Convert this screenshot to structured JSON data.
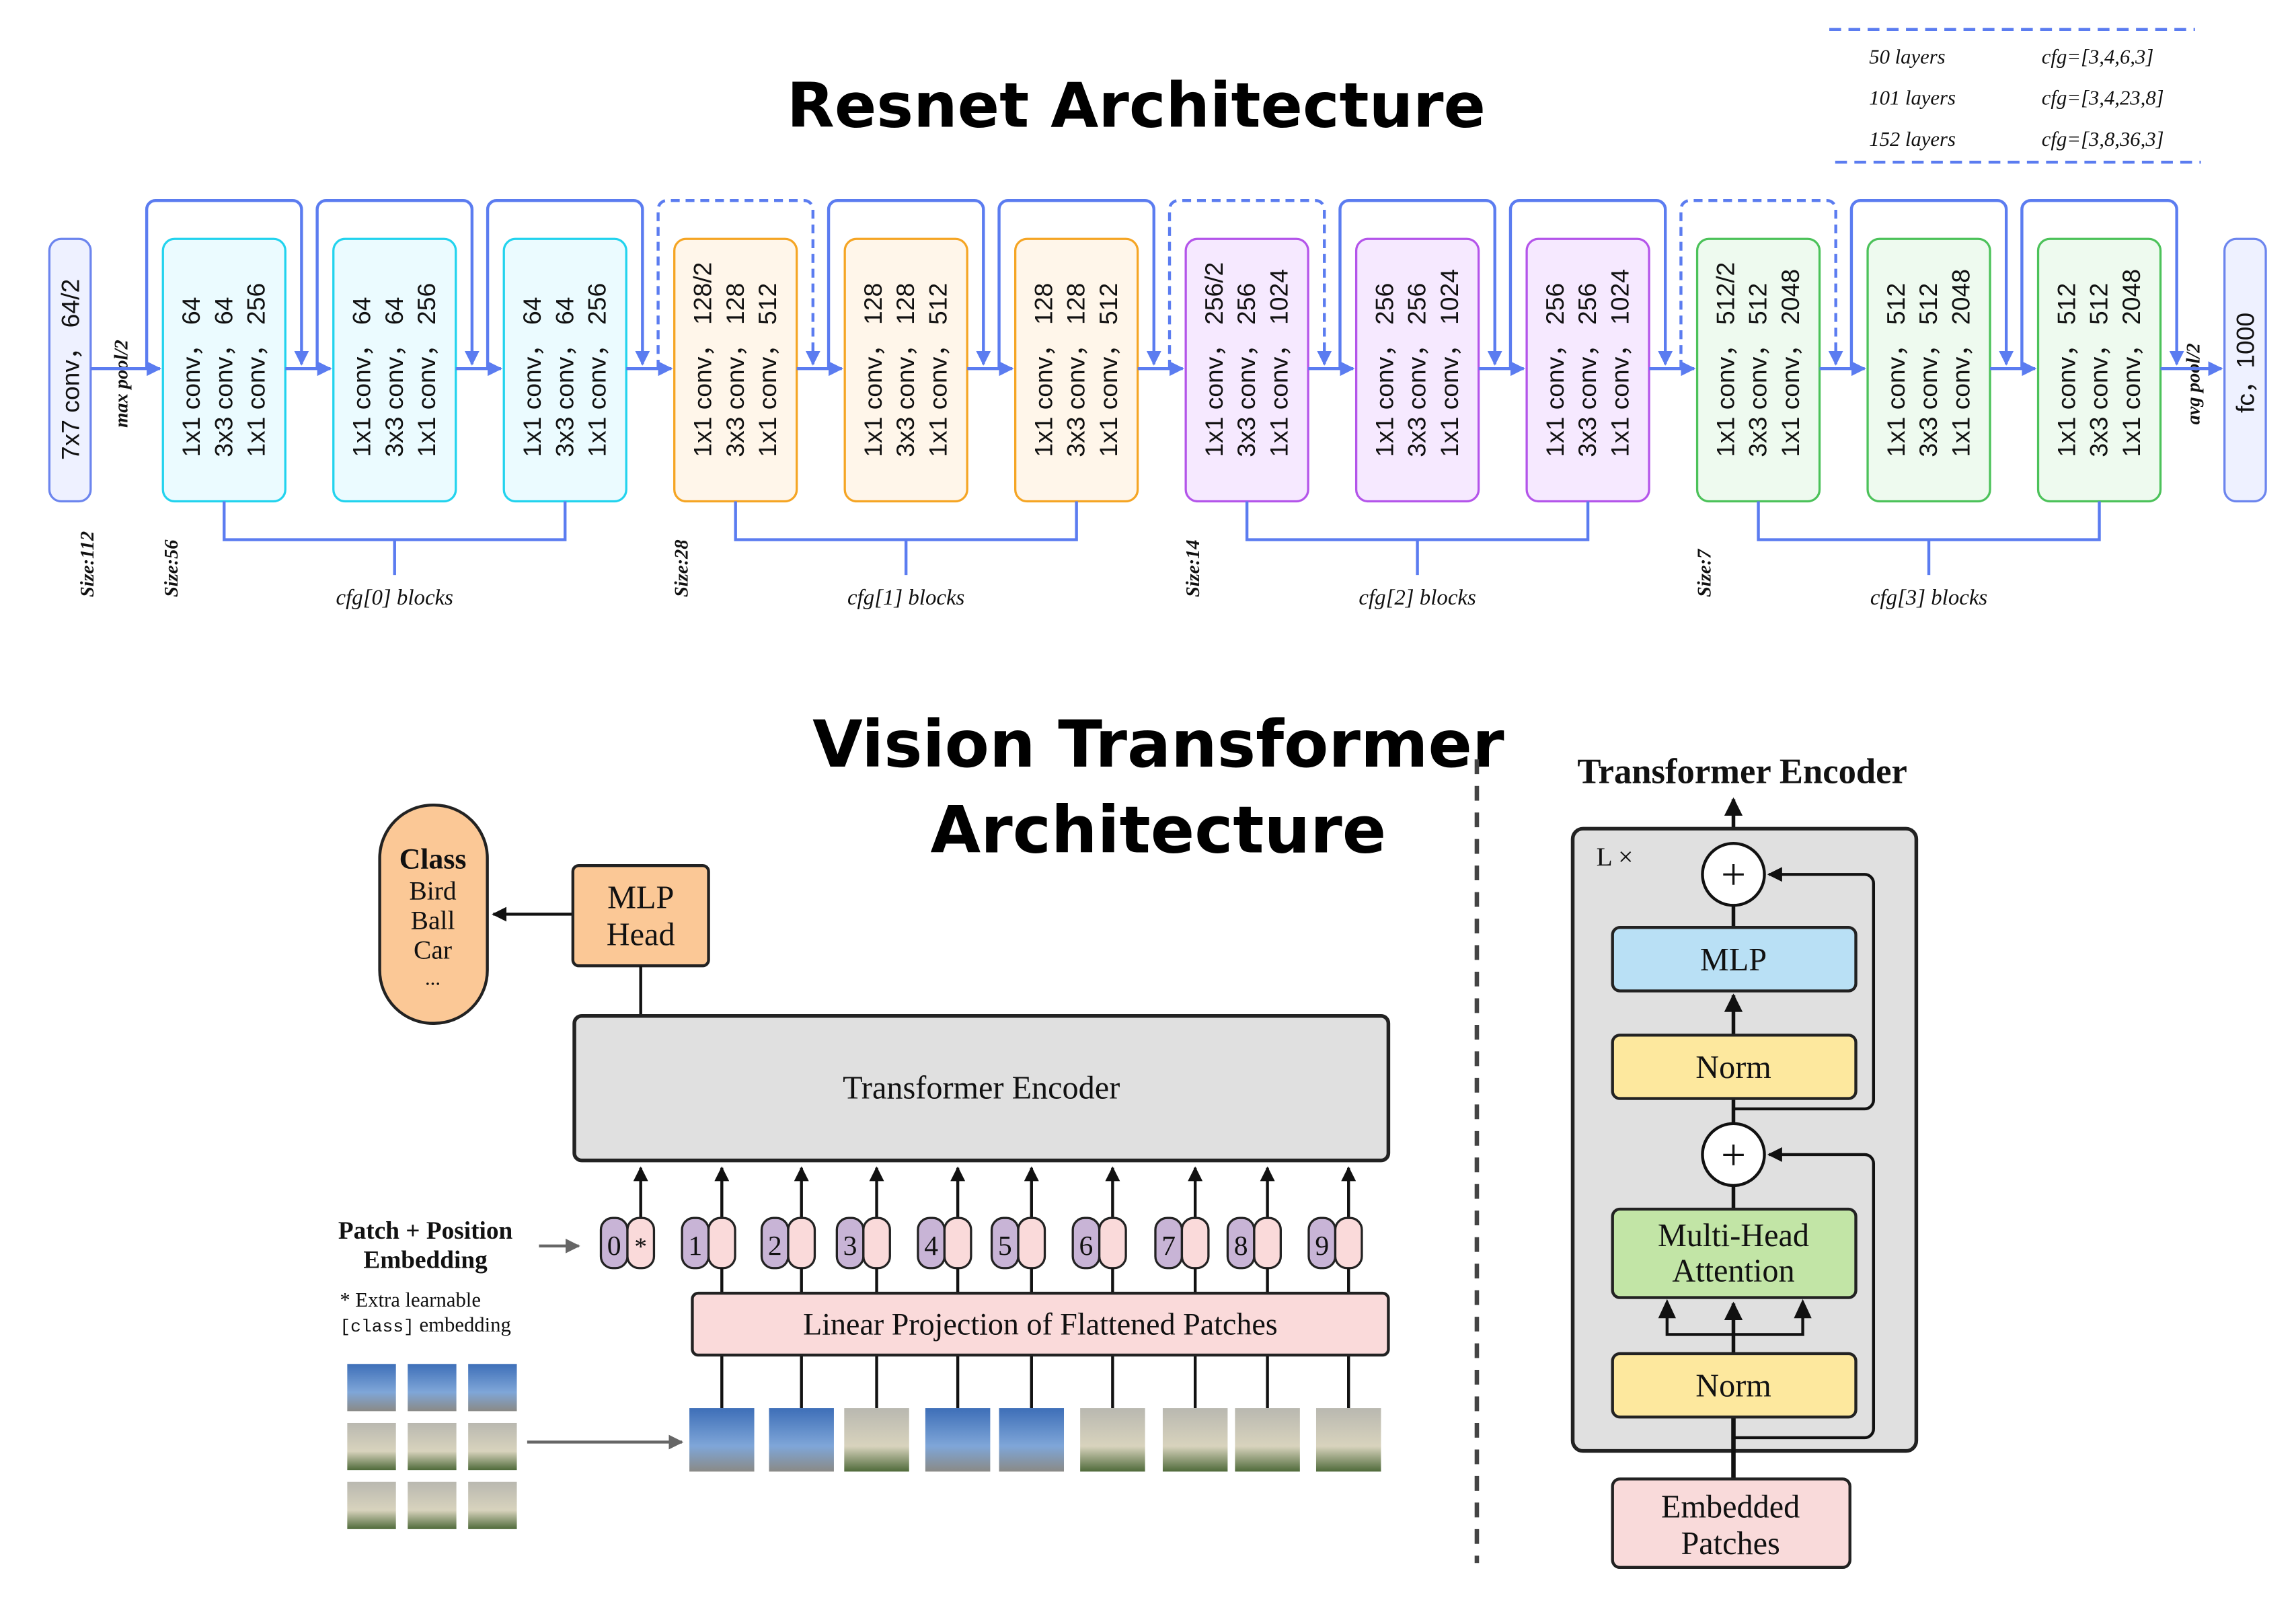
{
  "resnet": {
    "title": "Resnet Architecture",
    "colors": {
      "line": "#5b7cf0"
    },
    "legend": [
      {
        "layers": "50 layers",
        "cfg": "cfg=[3,4,6,3]"
      },
      {
        "layers": "101 layers",
        "cfg": "cfg=[3,4,23,8]"
      },
      {
        "layers": "152 layers",
        "cfg": "cfg=[3,8,36,3]"
      }
    ],
    "stem": {
      "label": "7x7 conv， 64/2",
      "size": "Size:112",
      "pool": "max pool/2"
    },
    "stages": [
      {
        "size": "Size:56",
        "label": "cfg[0] blocks",
        "stroke": "#22d3ee",
        "fill": "#ebfbff",
        "blocks": [
          [
            "1x1 conv， 64",
            "3x3 conv， 64",
            "1x1 conv， 256"
          ],
          [
            "1x1 conv， 64",
            "3x3 conv， 64",
            "1x1 conv， 256"
          ],
          [
            "1x1 conv， 64",
            "3x3 conv， 64",
            "1x1 conv， 256"
          ]
        ]
      },
      {
        "size": "Size:28",
        "label": "cfg[1] blocks",
        "stroke": "#f5a524",
        "fill": "#fff6ea",
        "blocks": [
          [
            "1x1 conv， 128/2",
            "3x3 conv， 128",
            "1x1 conv， 512"
          ],
          [
            "1x1 conv， 128",
            "3x3 conv， 128",
            "1x1 conv， 512"
          ],
          [
            "1x1 conv， 128",
            "3x3 conv， 128",
            "1x1 conv， 512"
          ]
        ]
      },
      {
        "size": "Size:14",
        "label": "cfg[2] blocks",
        "stroke": "#b455ea",
        "fill": "#f6e9ff",
        "blocks": [
          [
            "1x1 conv， 256/2",
            "3x3 conv， 256",
            "1x1 conv， 1024"
          ],
          [
            "1x1 conv， 256",
            "3x3 conv， 256",
            "1x1 conv， 1024"
          ],
          [
            "1x1 conv， 256",
            "3x3 conv， 256",
            "1x1 conv， 1024"
          ]
        ]
      },
      {
        "size": "Size:7",
        "label": "cfg[3] blocks",
        "stroke": "#4cc25a",
        "fill": "#eefaef",
        "blocks": [
          [
            "1x1 conv， 512/2",
            "3x3 conv， 512",
            "1x1 conv， 2048"
          ],
          [
            "1x1 conv， 512",
            "3x3 conv， 512",
            "1x1 conv， 2048"
          ],
          [
            "1x1 conv， 512",
            "3x3 conv， 512",
            "1x1 conv， 2048"
          ]
        ]
      }
    ],
    "head": {
      "pool": "avg pool/2",
      "fc": "fc，1000"
    }
  },
  "vit": {
    "title_line1": "Vision Transformer",
    "title_line2": "Architecture",
    "class_box": {
      "title": "Class",
      "items": [
        "Bird",
        "Ball",
        "Car",
        "..."
      ]
    },
    "mlp_head": [
      "MLP",
      "Head"
    ],
    "encoder_label": "Transformer Encoder",
    "tokens": [
      "0",
      "1",
      "2",
      "3",
      "4",
      "5",
      "6",
      "7",
      "8",
      "9"
    ],
    "extra_token": "*",
    "projection_label": "Linear Projection of Flattened Patches",
    "embedding_label": [
      "Patch + Position",
      "Embedding"
    ],
    "note_line1": "* Extra learnable",
    "note_code": "[class]",
    "note_rest": " embedding"
  },
  "encoder_detail": {
    "title": "Transformer Encoder",
    "repeat": "L ×",
    "plus": "+",
    "mlp": "MLP",
    "norm": "Norm",
    "attention": [
      "Multi-Head",
      "Attention"
    ],
    "input": [
      "Embedded",
      "Patches"
    ],
    "colors": {
      "mlp": "#b9e0f5",
      "norm": "#fde89e",
      "attention": "#c2e5a6",
      "input": "#f9dada",
      "panel": "#e0e0e0"
    }
  }
}
